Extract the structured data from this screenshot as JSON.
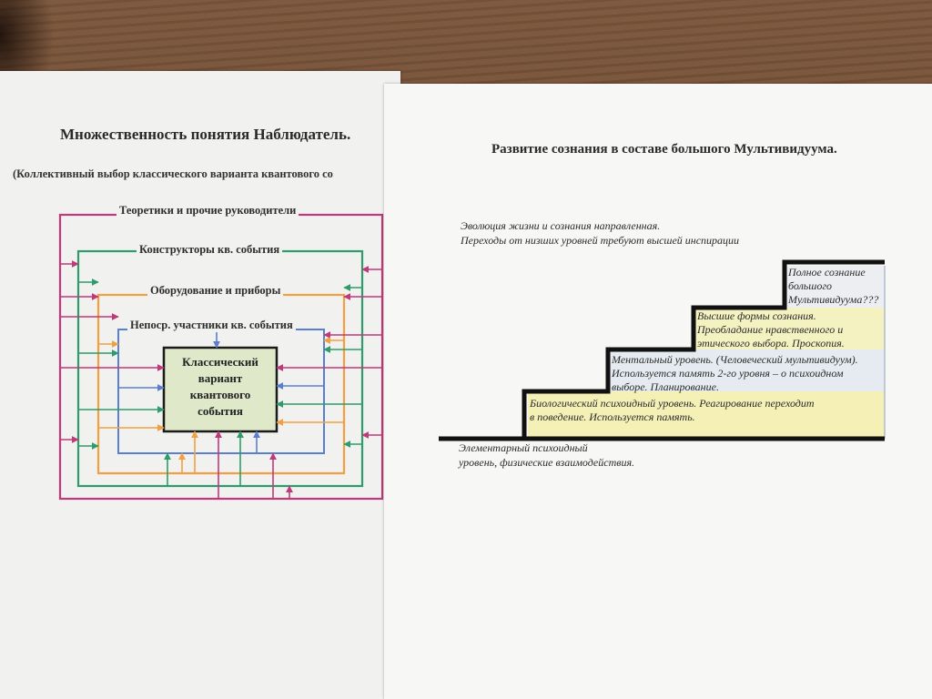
{
  "left_sheet": {
    "title": "Множественность понятия Наблюдатель.",
    "subtitle": "(Коллективный выбор классического варианта квантового со",
    "layers": [
      {
        "label": "Теоретики и прочие руководители",
        "color": "#c0397a"
      },
      {
        "label": "Конструкторы     кв. события",
        "color": "#2e9c6a"
      },
      {
        "label": "Оборудование и приборы",
        "color": "#f0a040"
      },
      {
        "label": "Непоср. участники кв. события",
        "color": "#5b7fd0"
      }
    ],
    "core": {
      "lines": [
        "Классический",
        "вариант",
        "квантового",
        "события"
      ],
      "fill": "#dfe8c8",
      "border": "#1a1a1a"
    }
  },
  "right_sheet": {
    "title": "Развитие сознания в составе большого Мультивидуума.",
    "intro": [
      "Эволюция жизни и сознания направленная.",
      "Переходы от низших уровней требуют  высшей  инспирации"
    ],
    "ground_label": [
      "Элементарный психоидный",
      "уровень, физические взаимодействия."
    ],
    "steps": [
      {
        "text": "Биологический психоидный уровень. Реагирование переходит в поведение. Используется память."
      },
      {
        "text": "Ментальный уровень. (Человеческий мультивидуум). Используется память 2-го уровня – о психоидном выборе. Планирование."
      },
      {
        "text": "Высшие формы сознания. Преобладание нравственного и этического выбора. Проскопия."
      },
      {
        "text": "Полное сознание большого Мультивидуума???"
      }
    ],
    "highlight": "#f3eea0"
  }
}
